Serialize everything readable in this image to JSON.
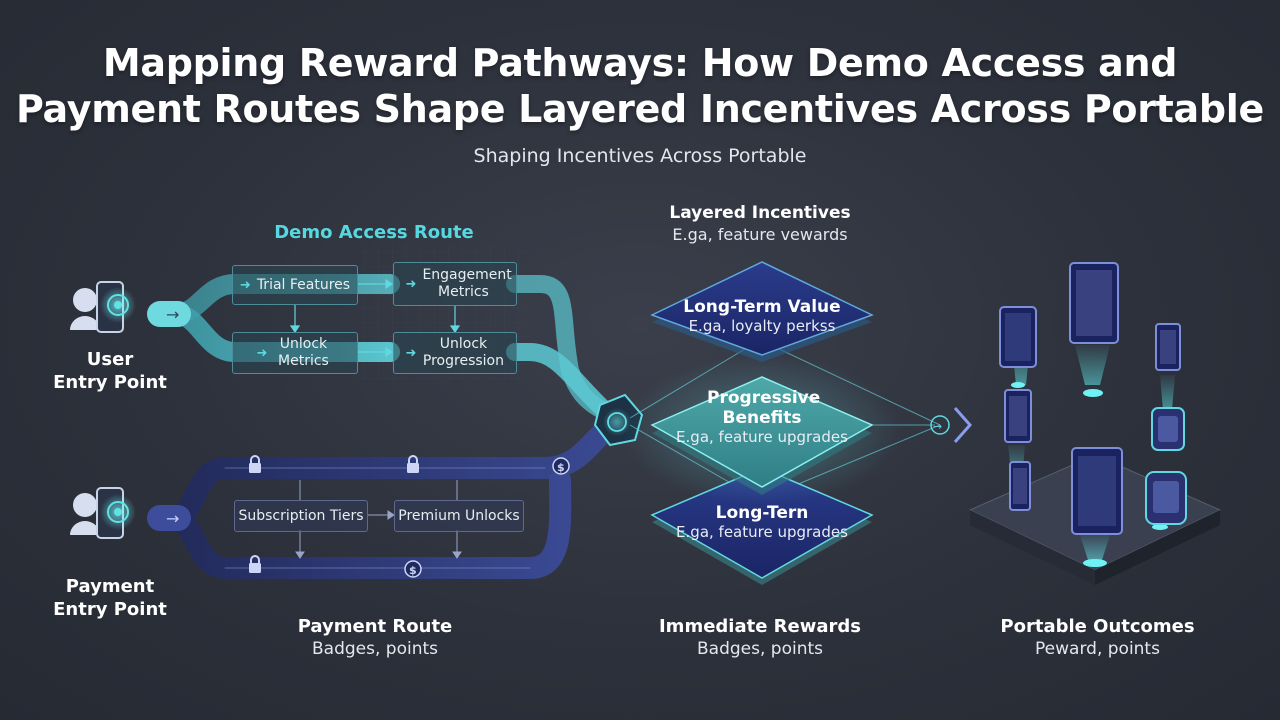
{
  "title": {
    "line1": "Mapping Reward Pathways: How Demo Access and",
    "line2": "Payment Routes Shape Layered Incentives Across Portable"
  },
  "subtitle": "Shaping Incentives Across Portable",
  "entry_points": {
    "user": {
      "line1": "User",
      "line2": "Entry Point"
    },
    "payment": {
      "line1": "Payment",
      "line2": "Entry Point"
    }
  },
  "demo_route": {
    "heading": "Demo Access Route",
    "boxes": {
      "trial": "Trial Features",
      "engagement": "Engagement Metrics",
      "unlock_metrics": "Unlock Metrics",
      "unlock_progression": "Unlock Progression"
    }
  },
  "payment_route": {
    "boxes": {
      "subscription": "Subscription Tiers",
      "premium": "Premium Unlocks"
    },
    "caption_title": "Payment Route",
    "caption_sub": "Badges, points"
  },
  "layered_incentives": {
    "title": "Layered Incentives",
    "sub": "E.ga, feature vewards",
    "layers": {
      "top": {
        "title": "Long-Term Value",
        "sub": "E.ga, loyalty perkss"
      },
      "middle": {
        "title": "Progressive Benefits",
        "sub": "E.ga, feature upgrades"
      },
      "bottom": {
        "title": "Long-Tern",
        "sub": "E.ga, feature upgrades"
      }
    },
    "caption_title": "Immediate Rewards",
    "caption_sub": "Badges, points"
  },
  "portable_outcomes": {
    "caption_title": "Portable Outcomes",
    "caption_sub": "Peward, points"
  },
  "colors": {
    "teal": "#56d8e0",
    "navy": "#23306e",
    "background": "#2d313b"
  }
}
